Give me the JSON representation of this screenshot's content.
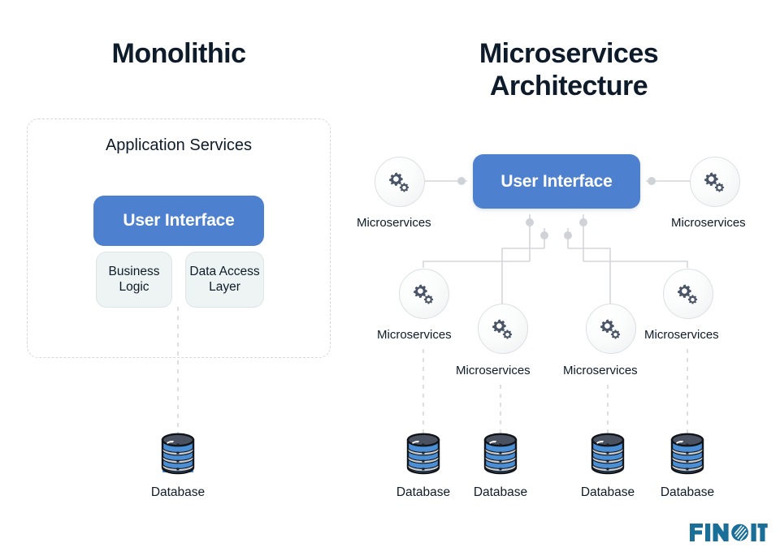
{
  "colors": {
    "accent_blue": "#4e80d0",
    "title_navy": "#0d1b2a",
    "panel_light": "#eef3f3",
    "wire_gray": "#d3d6da",
    "db_blue": "#4a8fd6",
    "db_top": "#4a5261",
    "logo_teal": "#1a6f99"
  },
  "monolithic": {
    "title": "Monolithic",
    "container_label": "Application Services",
    "ui_box": "User Interface",
    "sub_boxes": [
      {
        "label": "Business Logic"
      },
      {
        "label": "Data Access Layer"
      }
    ],
    "database": {
      "label": "Database"
    }
  },
  "microservices": {
    "title_line1": "Microservices",
    "title_line2": "Architecture",
    "ui_box": "User Interface",
    "nodes": [
      {
        "id": "ms-left-top",
        "label": "Microservices"
      },
      {
        "id": "ms-right-top",
        "label": "Microservices"
      },
      {
        "id": "ms-row2-a",
        "label": "Microservices"
      },
      {
        "id": "ms-row2-b",
        "label": "Microservices"
      },
      {
        "id": "ms-row2-c",
        "label": "Microservices"
      },
      {
        "id": "ms-row2-d",
        "label": "Microservices"
      }
    ],
    "databases": [
      {
        "label": "Database"
      },
      {
        "label": "Database"
      },
      {
        "label": "Database"
      },
      {
        "label": "Database"
      }
    ]
  },
  "logo": {
    "text": "FINOIT"
  },
  "icons": {
    "microservice": "gears-icon",
    "database": "database-cylinder-icon",
    "logo_mark": "finoit-swirl-icon"
  }
}
